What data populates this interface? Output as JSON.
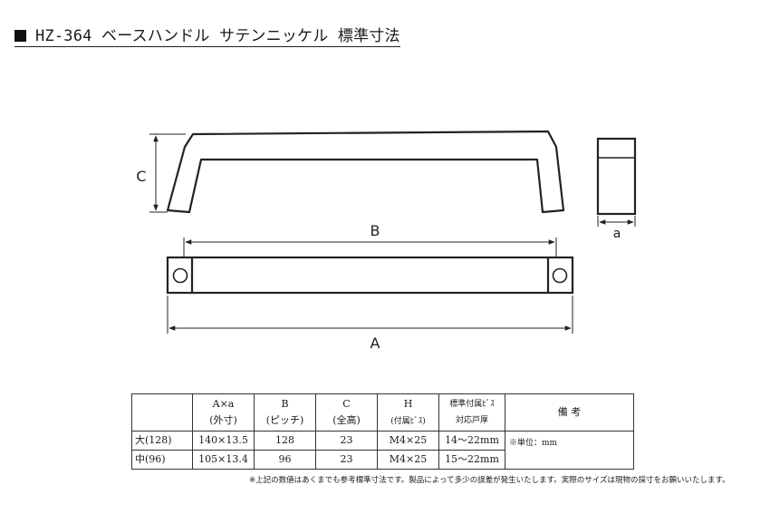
{
  "title": "HZ-364 ベースハンドル サテンニッケル 標準寸法",
  "dimensions": {
    "c": "C",
    "b": "B",
    "a_lower": "a",
    "a_upper": "A"
  },
  "table": {
    "headers": [
      {
        "line1": "A×a",
        "line2": "(外寸)"
      },
      {
        "line1": "B",
        "line2": "(ピッチ)"
      },
      {
        "line1": "C",
        "line2": "(全高)"
      },
      {
        "line1": "H",
        "line2": "(付属ﾋﾞｽ)"
      },
      {
        "line1": "標準付属ﾋﾞｽ",
        "line2": "対応戸厚"
      }
    ],
    "remark_header": "備 考",
    "remark_text": "※単位：mm",
    "rows": [
      {
        "label": "大(128)",
        "cells": [
          "140×13.5",
          "128",
          "23",
          "M4×25",
          "14～22mm"
        ]
      },
      {
        "label": "中(96)",
        "cells": [
          "105×13.4",
          "96",
          "23",
          "M4×25",
          "15～22mm"
        ]
      }
    ]
  },
  "note": "※上記の数値はあくまでも参考標準寸法です。製品によって多少の誤差が発生いたします。実際のサイズは現物の採寸をお願いいたします。"
}
